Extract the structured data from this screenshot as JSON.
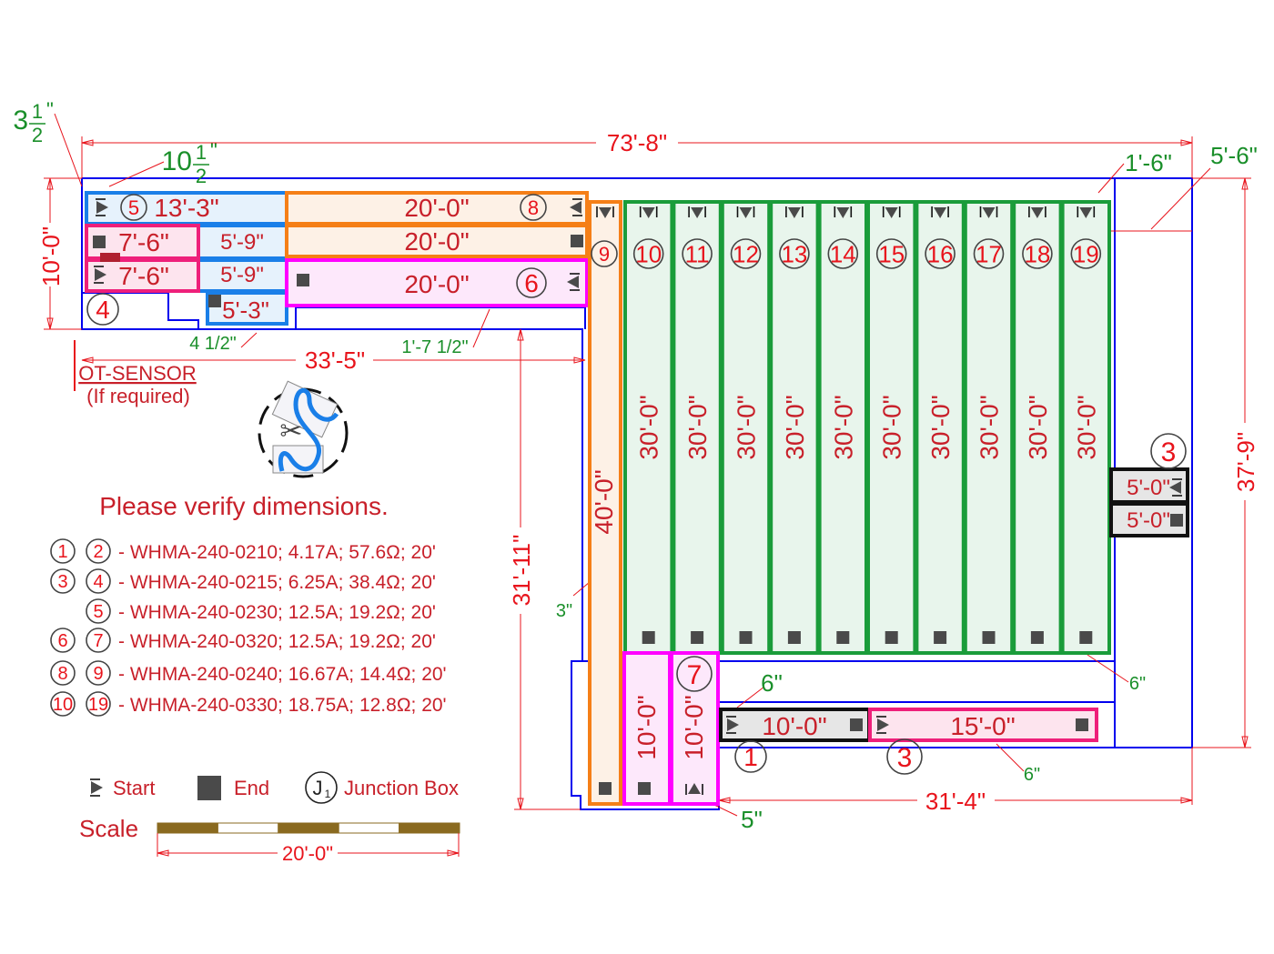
{
  "colors": {
    "wall": "#0000ee",
    "dim": "#e8141c",
    "dim_green": "#1a8f2a",
    "text_red": "#c8202a",
    "blue_mat": "#1a7fe8",
    "blue_fill": "#e6f2fc",
    "orange_mat": "#f57f17",
    "orange_fill": "#fdf1e6",
    "pink_mat": "#ee1f7a",
    "pink_fill": "#fde4ee",
    "magenta_mat": "#ff00ff",
    "magenta_fill": "#fde8fb",
    "green_mat": "#1a9c3a",
    "green_fill": "#e8f5ec",
    "black_mat": "#111111",
    "black_fill": "#e6e6e6",
    "scale_dark": "#8a6a20"
  },
  "dimensions": {
    "overall_width": "73'-8\"",
    "left_height": "10'-0\"",
    "left_width": "33'-5\"",
    "middle_height": "31'-11\"",
    "right_height": "37'-9\"",
    "bottom_width": "31'-4\"",
    "offset_3_5": "3",
    "offset_10_5": "10",
    "fraction_num": "1",
    "fraction_den": "2",
    "inch": "\"",
    "offset_1_6": "1'-6\"",
    "offset_5_6": "5'-6\"",
    "offset_4_5": "4 1/2\"",
    "offset_1_7_5": "1'-7 1/2\"",
    "offset_3": "3\"",
    "offset_6_a": "6\"",
    "offset_6_b": "6\"",
    "offset_6_c": "6\"",
    "offset_5": "5\""
  },
  "mats": {
    "m5_len": "13'-3\"",
    "m5_num": "5",
    "m8a_len": "20'-0\"",
    "m8_num": "8",
    "m8b_len": "20'-0\"",
    "m4a_len": "7'-6\"",
    "m4b_len": "7'-6\"",
    "m4_num": "4",
    "m5b_len": "5'-9\"",
    "m5c_len": "5'-9\"",
    "m5d_len": "5'-3\"",
    "m6_len": "20'-0\"",
    "m6_num": "6",
    "m9_len": "40'-0\"",
    "m9_num": "9",
    "green": [
      {
        "num": "10",
        "len": "30'-0\""
      },
      {
        "num": "11",
        "len": "30'-0\""
      },
      {
        "num": "12",
        "len": "30'-0\""
      },
      {
        "num": "13",
        "len": "30'-0\""
      },
      {
        "num": "14",
        "len": "30'-0\""
      },
      {
        "num": "15",
        "len": "30'-0\""
      },
      {
        "num": "16",
        "len": "30'-0\""
      },
      {
        "num": "17",
        "len": "30'-0\""
      },
      {
        "num": "18",
        "len": "30'-0\""
      },
      {
        "num": "19",
        "len": "30'-0\""
      }
    ],
    "m7a_len": "10'-0\"",
    "m7b_len": "10'-0\"",
    "m7_num": "7",
    "m1_len": "10'-0\"",
    "m1_num": "1",
    "m3_len": "15'-0\"",
    "m3_num": "3",
    "m3r_a_len": "5'-0\"",
    "m3r_b_len": "5'-0\"",
    "m3r_num": "3"
  },
  "sensor": {
    "line1": "OT-SENSOR",
    "line2": "(If required)"
  },
  "notice": "Please verify dimensions.",
  "models": [
    {
      "a": "1",
      "b": "2",
      "text": "- WHMA-240-0210; 4.17A; 57.6Ω; 20'"
    },
    {
      "a": "3",
      "b": "4",
      "text": "- WHMA-240-0215; 6.25A; 38.4Ω; 20'"
    },
    {
      "a": "",
      "b": "5",
      "text": "- WHMA-240-0230; 12.5A; 19.2Ω; 20'"
    },
    {
      "a": "6",
      "b": "7",
      "text": "- WHMA-240-0320; 12.5A; 19.2Ω; 20'"
    },
    {
      "a": "8",
      "b": "9",
      "text": "- WHMA-240-0240; 16.67A; 14.4Ω; 20'"
    },
    {
      "a": "10",
      "b": "19",
      "text": "- WHMA-240-0330; 18.75A; 12.8Ω; 20'"
    }
  ],
  "legend": {
    "start": "Start",
    "end": "End",
    "junction_symbol": "J",
    "junction_sub": "1",
    "junction": "Junction Box"
  },
  "scale": {
    "label": "Scale",
    "length": "20'-0\""
  },
  "icons": {
    "start": "start-marker-icon",
    "end": "end-square-icon",
    "junction": "junction-box-icon",
    "cut": "cut-mat-scissors-icon"
  }
}
